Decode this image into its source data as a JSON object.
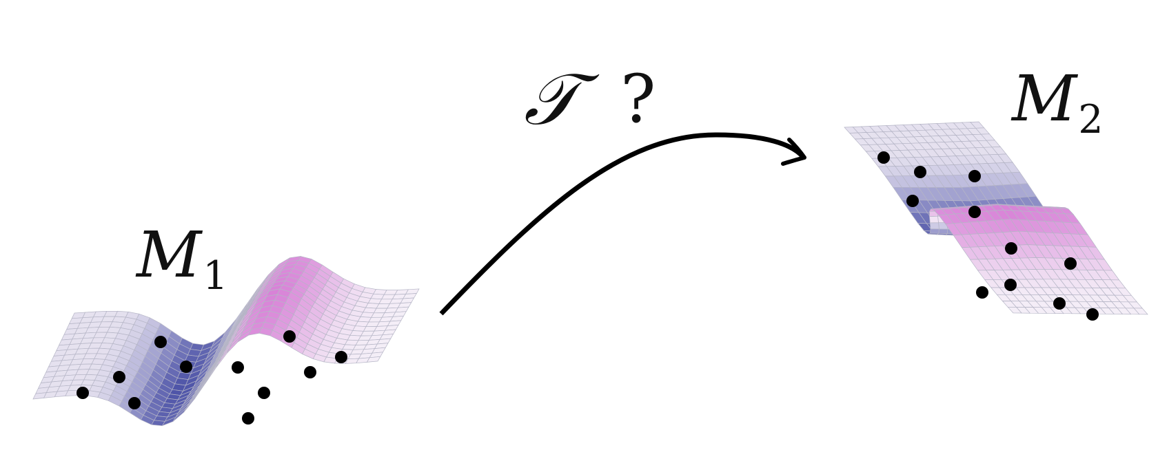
{
  "labels": {
    "source_manifold": {
      "letter": "M",
      "subscript": "1"
    },
    "target_manifold": {
      "letter": "M",
      "subscript": "2"
    },
    "map_symbol": "𝒯",
    "question_mark": "?"
  },
  "colors": {
    "low": "#4f55a8",
    "high": "#d77fd6",
    "light": "#f4eef7",
    "grid": "#b5b5c6",
    "point": "#000000",
    "arrow": "#000000"
  }
}
